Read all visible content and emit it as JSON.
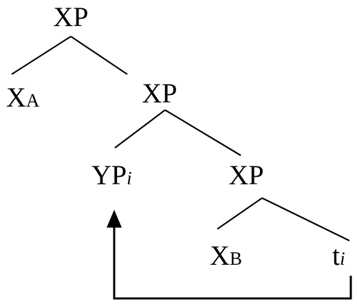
{
  "tree": {
    "root": {
      "label": "XP"
    },
    "xa": {
      "base": "X",
      "subscript": "A"
    },
    "xp_level2": {
      "label": "XP"
    },
    "ypi": {
      "base": "YP",
      "index": "i"
    },
    "xp_level3": {
      "label": "XP"
    },
    "xb": {
      "base": "X",
      "subscript": "B"
    },
    "trace": {
      "base": "t",
      "index": "i"
    }
  },
  "movement_arrow": {
    "from": "trace",
    "to": "ypi"
  }
}
